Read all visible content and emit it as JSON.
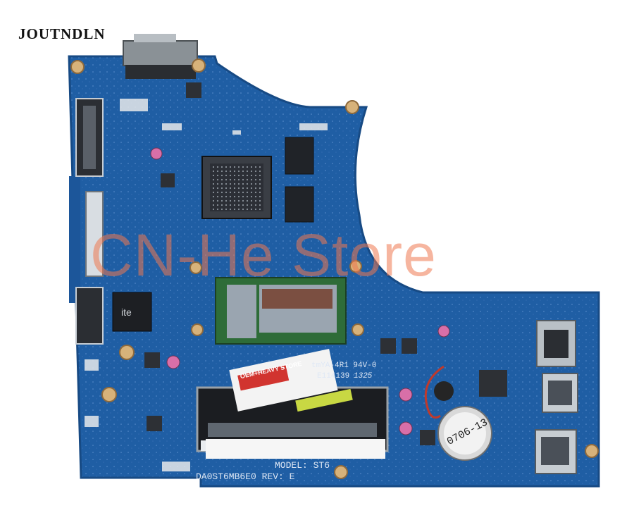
{
  "brand": {
    "name": "JOUTNDLN"
  },
  "watermark": {
    "text": "CN-He Store"
  },
  "board": {
    "color": "#1f5fa6",
    "silkscreen": {
      "model": "MODEL: ST6",
      "part_number": "DA0ST6MB6E0 REV: E",
      "ul_mark": "tmYA-4R1 94V-0",
      "code": "E114139",
      "date_code": "1325"
    },
    "labels": {
      "battery_sticker": "0706-13"
    },
    "stickers": {
      "store_sticker": "OEM+HEAVY STORE"
    }
  }
}
